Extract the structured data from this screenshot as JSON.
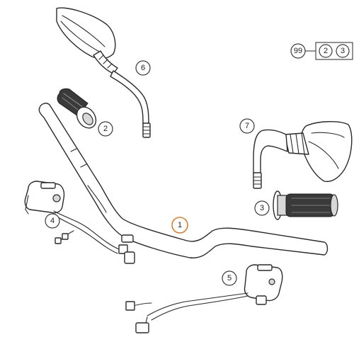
{
  "diagram": {
    "highlight_color": "#e07a2e",
    "callouts": [
      {
        "id": "1",
        "label": "1",
        "highlighted": true
      },
      {
        "id": "2",
        "label": "2"
      },
      {
        "id": "3",
        "label": "3"
      },
      {
        "id": "4",
        "label": "4"
      },
      {
        "id": "5",
        "label": "5"
      },
      {
        "id": "6",
        "label": "6"
      },
      {
        "id": "7",
        "label": "7"
      }
    ],
    "kit_reference": {
      "label": "99",
      "items": [
        "2",
        "3"
      ]
    }
  }
}
